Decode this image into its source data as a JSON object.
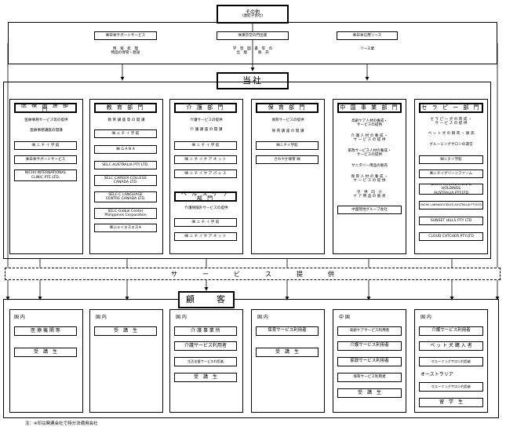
{
  "top": {
    "title": "その他",
    "subtitle": "(連結子会社)",
    "companies": [
      {
        "name": "㈱日本サポートサービス",
        "desc": "情　報　処　理\n物品の保管・発送"
      },
      {
        "name": "㈱東京堂の門出版",
        "desc": "学　習　図　書　等　の\n出　版　・　販　売"
      },
      {
        "name": "㈱日本信用リース",
        "desc": "リース業"
      }
    ]
  },
  "company": "当社",
  "departments": [
    {
      "name": "医 療 関 連 部 門",
      "services": [
        "医療事務サービス等の提供",
        "医療事務講座の開講"
      ],
      "companies": [
        "㈱ ニ チ イ 学 館",
        "㈱日本サポートサービス",
        "NICHII INTERNATIONAL\nCLINIC PTE.LTD."
      ]
    },
    {
      "name": "教 育 部 門",
      "services": [
        "教 育 講 座 等 の 開 講"
      ],
      "companies": [
        "㈱ ニ チ イ 学 館",
        "㈱ G A B A",
        "SELC AUSTRALIA PTY LTD.",
        "SELC CAREER COLLEGE\nCANADA LTD.",
        "SELC-C LANGUAGE\nCENTRE CANADA LTD.",
        "SELC-Global Center\nPhilippines Corporation",
        "㈱ジェイエスエス※"
      ]
    },
    {
      "name": "介 護 部 門",
      "services": [
        "介護サービスの提供",
        "介 護 講 座 の 開 講"
      ],
      "companies": [
        "㈱ ニ チ イ 学 館",
        "㈱ ニ チ イ ケ ア ネ ッ ト",
        "㈱ ニ チ イ ケ ア パ レ ス"
      ]
    },
    {
      "name": "ヘ ル ス ケ ア 部 門",
      "services": [
        "介護保険外サービスの提供"
      ],
      "companies": [
        "㈱ ニ チ イ 学 館",
        "㈱ ニ チ イ ケ ア ネ ッ ト"
      ]
    },
    {
      "name": "保 育 部 門",
      "services": [
        "保育サービスの提供",
        "保 育 講 座 の 開 講"
      ],
      "companies": [
        "㈱ニチイ学館",
        "さわやか保育 ㈱"
      ]
    },
    {
      "name": "中 国 事 業 部 門",
      "services": [
        "高齢ケア人材の養成・\nサービスの提供",
        "介 護 人 材 の 養 成 ・\nサ ー ビ ス の 提 供",
        "家政サービス人材の養成・\nサービスの提供",
        "サニタリー用品の販売",
        "保 育 人 材 の 養 成 ・\nサ ー ビ ス の 提 供",
        "子　供　向　け\n ケ ア 用 品 の 販 売"
      ],
      "companies": [
        "中国現地グループ会社"
      ]
    },
    {
      "name": "セ ラ ピ ー 部 門",
      "services": [
        "セ ラ ピ ー 犬 の 育 成 ・\nサ ー ビ ス の 提 供",
        "ペ ッ ト 犬 の 飼 育 ・ 販 売",
        "グルーミングサロンの運営"
      ],
      "companies": [
        "㈱ニチイ学館",
        "㈱ニチイグリーンファーム",
        "NICHII INTERNATIONAL HOLDINGS\nAUSTRALIA PTY.LTD",
        "NICHII LABRADOODLES AUSTRALIA PTY.LTD",
        "SUNSET HILLS PTY LTD",
        "CLOUD CATCHER PTY.LTD"
      ]
    }
  ],
  "service_band": "サ　　　　ー　　　　ビ　　　　ス　　　　提　　　　供",
  "customers": {
    "title": "顧　　客",
    "columns": [
      {
        "region": "国 内",
        "items": [
          "医 療 機 関 等",
          "受　講　生"
        ]
      },
      {
        "region": "国 内",
        "items": [
          "受　講　生"
        ]
      },
      {
        "region": "国 内",
        "items": [
          "介 護 事 業 所",
          "介護サービス利用者",
          "生活支援サービス利用者",
          "受　講　生"
        ]
      },
      {
        "region": "国 内",
        "items": [
          "保育サービス利用者",
          "受　講　生"
        ]
      },
      {
        "region": "中 国",
        "items": [
          "高齢ケアサービス利用者",
          "介護サービス利用者",
          "家政サービス利用者",
          "保育サービス利用者",
          "受　講　生"
        ]
      },
      {
        "region": "国 内",
        "items": [
          "介護サービス利用者",
          "ペ ッ ト 犬 購 入 者",
          "グルーミングサロン利用者"
        ],
        "region2": "オーストラリア",
        "items2": [
          "グルーミングサロン利用者",
          "留　学　生"
        ]
      }
    ]
  },
  "note": "注：※印は関連会社で持分法適用会社"
}
